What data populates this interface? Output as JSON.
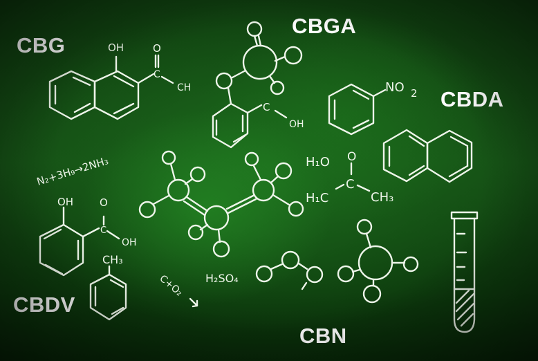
{
  "labels": {
    "cbg": "CBG",
    "cbga": "CBGA",
    "cbda": "CBDA",
    "cbdv": "CBDV",
    "cbn": "CBN"
  },
  "formulas": {
    "cbg_oh": "OH",
    "cbg_o": "O",
    "cbg_c": "C",
    "cbg_ch": "CH",
    "cbga_c": "C",
    "cbga_oh": "OH",
    "nitro": "NO",
    "nitro_sub": "2",
    "ammonia_eq": "N₂+3H₉→2NH₃",
    "h2o": "H₁O",
    "acetone_o": "O",
    "acetone_c": "C",
    "acetone_left": "H₁C",
    "acetone_right": "CH₃",
    "cbdv_oh": "OH",
    "cbdv_o": "O",
    "cbdv_c": "C",
    "cbdv_oh2": "OH",
    "cbdv_ch3": "CH₃",
    "combustion": "C+O₂",
    "sulfuric": "H₂SO₄"
  },
  "colors": {
    "chalk": "#eef5ea",
    "board": "#154f15",
    "label": "#ffffff"
  }
}
